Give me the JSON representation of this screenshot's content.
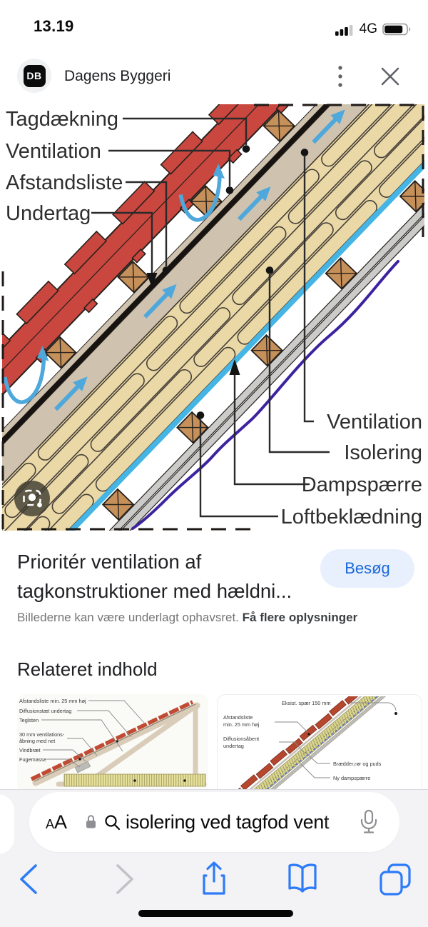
{
  "status_bar": {
    "time": "13.19",
    "network": "4G"
  },
  "header": {
    "avatar_initials": "DB",
    "title": "Dagens Byggeri"
  },
  "diagram": {
    "labels_left": [
      "Tagdækning",
      "Ventilation",
      "Afstandsliste",
      "Undertag"
    ],
    "labels_right": [
      "Ventilation",
      "Isolering",
      "Dampspærre",
      "Loftbeklædning"
    ],
    "colors": {
      "roof_tiles": "#C9473F",
      "battens": "#C59059",
      "underlay_band": "#CFC3B0",
      "insulation": "#EAD9A6",
      "vapour_barrier": "#45B5E5",
      "airflow_arrow": "#4FA8DC",
      "ceiling_boards": "#CBCBC9",
      "freehand_line": "#3D23A0"
    }
  },
  "result": {
    "title_line1": "Prioritér ventilation af",
    "title_line2": "tagkonstruktioner med hældni...",
    "visit_button": "Besøg",
    "copyright_text": "Billederne kan være underlagt ophavsret. ",
    "copyright_link": "Få flere oplysninger"
  },
  "related": {
    "heading": "Relateret indhold",
    "thumb1": {
      "labels": [
        "Afstandsliste min. 25 mm høj",
        "Diffusionstæt undertag",
        "Teglsten",
        "30 mm ventilations-",
        "åbning med net",
        "Vindbræt",
        "Fugemasse"
      ]
    },
    "thumb2": {
      "label_top": "Eksist. spær 150 mm",
      "labels_left": [
        "Afstandsliste",
        "min. 25 mm høj",
        "Diffusionsåbent",
        "undertag"
      ],
      "labels_right": [
        "Brædder,rør og puds",
        "Ny dampspærre"
      ]
    }
  },
  "address_bar": {
    "text_size_control": "AA",
    "query": "isolering ved tagfod vent"
  }
}
